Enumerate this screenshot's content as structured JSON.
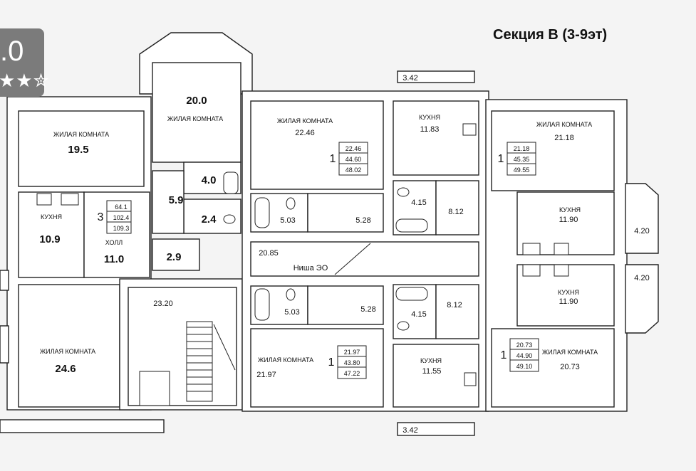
{
  "header": {
    "section_title": "Секция В (3-9эт)",
    "rating_value": ".0",
    "rating_stars": "★★✮"
  },
  "plan": {
    "room_texts": [
      {
        "id": "liv-19.5-name",
        "text": "ЖИЛАЯ КОМНАТА"
      },
      {
        "id": "liv-19.5-area",
        "text": "19.5"
      },
      {
        "id": "liv-20.0-area",
        "text": "20.0"
      },
      {
        "id": "liv-20.0-name",
        "text": "ЖИЛАЯ КОМНАТА"
      },
      {
        "id": "a-4.0",
        "text": "4.0"
      },
      {
        "id": "a-5.9",
        "text": "5.9"
      },
      {
        "id": "a-2.4",
        "text": "2.4"
      },
      {
        "id": "kitchen-10.9-name",
        "text": "КУХНЯ"
      },
      {
        "id": "kitchen-10.9-area",
        "text": "10.9"
      },
      {
        "id": "holl-name",
        "text": "ХОЛЛ"
      },
      {
        "id": "holl-area",
        "text": "11.0"
      },
      {
        "id": "a-2.9",
        "text": "2.9"
      },
      {
        "id": "liv-24.6-name",
        "text": "ЖИЛАЯ КОМНАТА"
      },
      {
        "id": "liv-24.6-area",
        "text": "24.6"
      },
      {
        "id": "stair-23.20",
        "text": "23.20"
      },
      {
        "id": "liv-22.46-name",
        "text": "ЖИЛАЯ КОМНАТА"
      },
      {
        "id": "liv-22.46-area",
        "text": "22.46"
      },
      {
        "id": "bath-5.03-top",
        "text": "5.03"
      },
      {
        "id": "hall-5.28-top",
        "text": "5.28"
      },
      {
        "id": "corridor-20.85",
        "text": "20.85"
      },
      {
        "id": "niche",
        "text": "Ниша ЭО"
      },
      {
        "id": "bath-5.03-bottom",
        "text": "5.03"
      },
      {
        "id": "hall-5.28-bottom",
        "text": "5.28"
      },
      {
        "id": "liv-21.97-name",
        "text": "ЖИЛАЯ КОМНАТА"
      },
      {
        "id": "liv-21.97-area",
        "text": "21.97"
      },
      {
        "id": "balc-top",
        "text": "3.42"
      },
      {
        "id": "kitchen-11.83-name",
        "text": "КУХНЯ"
      },
      {
        "id": "kitchen-11.83-area",
        "text": "11.83"
      },
      {
        "id": "bath-4.15-top",
        "text": "4.15"
      },
      {
        "id": "hall-8.12-top",
        "text": "8.12"
      },
      {
        "id": "bath-4.15-bottom",
        "text": "4.15"
      },
      {
        "id": "hall-8.12-bottom",
        "text": "8.12"
      },
      {
        "id": "kitchen-11.55-name",
        "text": "КУХНЯ"
      },
      {
        "id": "kitchen-11.55-area",
        "text": "11.55"
      },
      {
        "id": "balc-bottom",
        "text": "3.42"
      },
      {
        "id": "liv-21.18-name",
        "text": "ЖИЛАЯ КОМНАТА"
      },
      {
        "id": "liv-21.18-area",
        "text": "21.18"
      },
      {
        "id": "kitchen-11.90-top-name",
        "text": "КУХНЯ"
      },
      {
        "id": "kitchen-11.90-top-area",
        "text": "11.90"
      },
      {
        "id": "balc-4.20-top",
        "text": "4.20"
      },
      {
        "id": "balc-4.20-bottom",
        "text": "4.20"
      },
      {
        "id": "kitchen-11.90-bottom-name",
        "text": "КУХНЯ"
      },
      {
        "id": "kitchen-11.90-bottom-area",
        "text": "11.90"
      },
      {
        "id": "liv-20.73-name",
        "text": "ЖИЛАЯ КОМНАТА"
      },
      {
        "id": "liv-20.73-area",
        "text": "20.73"
      }
    ],
    "apartments": [
      {
        "id": "apt-3",
        "rooms": "3",
        "areas": [
          "64.1",
          "102.4",
          "109.3"
        ]
      },
      {
        "id": "apt-1-a",
        "rooms": "1",
        "areas": [
          "22.46",
          "44.60",
          "48.02"
        ]
      },
      {
        "id": "apt-1-b",
        "rooms": "1",
        "areas": [
          "21.97",
          "43.80",
          "47.22"
        ]
      },
      {
        "id": "apt-1-c",
        "rooms": "1",
        "areas": [
          "21.18",
          "45.35",
          "49.55"
        ]
      },
      {
        "id": "apt-1-d",
        "rooms": "1",
        "areas": [
          "20.73",
          "44.90",
          "49.10"
        ]
      }
    ]
  }
}
